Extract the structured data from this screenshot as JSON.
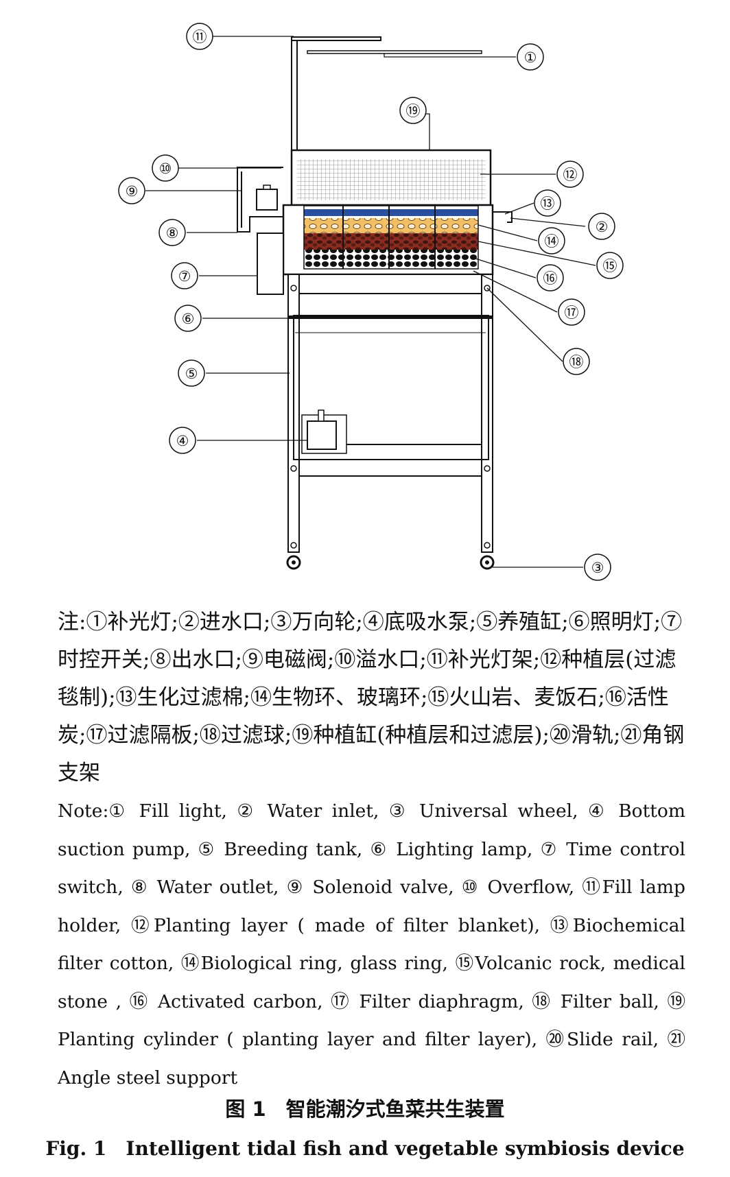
{
  "callouts": [
    "①",
    "②",
    "③",
    "④",
    "⑤",
    "⑥",
    "⑦",
    "⑧",
    "⑨",
    "⑩",
    "⑪",
    "⑫",
    "⑬",
    "⑭",
    "⑮",
    "⑯",
    "⑰",
    "⑱",
    "⑲"
  ],
  "notes": {
    "zh_head": "注:",
    "zh_body": "①补光灯;②进水口;③万向轮;④底吸水泵;⑤养殖缸;⑥照明灯;⑦时控开关;⑧出水口;⑨电磁阀;⑩溢水口;⑪补光灯架;⑫种植层(过滤毯制);⑬生化过滤棉;⑭生物环、玻璃环;⑮火山岩、麦饭石;⑯活性炭;⑰过滤隔板;⑱过滤球;⑲种植缸(种植层和过滤层);⑳滑轨;㉑角钢支架",
    "en_head": "Note:",
    "en_body": "① Fill light, ② Water inlet, ③ Universal wheel, ④ Bottom suction pump, ⑤ Breeding tank, ⑥ Lighting lamp, ⑦ Time control switch, ⑧ Water outlet, ⑨ Solenoid valve, ⑩ Overflow, ⑪Fill lamp holder, ⑫Planting layer ( made of filter blanket), ⑬Biochemical filter cotton, ⑭Biological ring, glass ring, ⑮Volcanic rock, medical stone , ⑯ Activated carbon, ⑰ Filter diaphragm, ⑱ Filter ball, ⑲ Planting cylinder ( planting layer and filter layer), ⑳Slide rail, ㉑Angle steel support"
  },
  "caption": {
    "zh": "图 1　智能潮汐式鱼菜共生装置",
    "en": "Fig. 1　Intelligent tidal fish and vegetable symbiosis device"
  }
}
